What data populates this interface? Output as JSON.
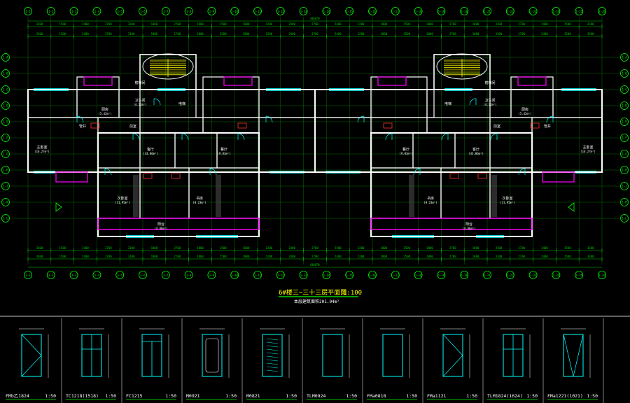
{
  "drawing": {
    "title": "6#楼三~三十三层平面图",
    "scale": "1:100",
    "area_note": "本层建筑面积201.04m²",
    "colors": {
      "background": "#000000",
      "grid": "#00ff00",
      "walls": "#ffffff",
      "windows": "#00ffff",
      "doors": "#ff00ff",
      "text": "#ffff00",
      "red": "#ff3030",
      "dims": "#00cc00"
    }
  },
  "grid_axes": {
    "top_labels": [
      "1-1",
      "1-2",
      "1-3",
      "1-4",
      "1-5",
      "1-6",
      "1-7",
      "1-8",
      "1-9",
      "1-10",
      "1-11",
      "1-12",
      "1-13",
      "1-14",
      "1-15",
      "1-16",
      "1-17",
      "1-18",
      "1-19",
      "1-20",
      "1-21",
      "1-22",
      "1-23",
      "1-24",
      "1-25",
      "1-26"
    ],
    "bottom_labels": [
      "1-1",
      "1-2",
      "1-3",
      "1-4",
      "1-5",
      "1-6",
      "1-7",
      "1-8",
      "1-9",
      "1-10",
      "1-11",
      "1-12",
      "1-13",
      "1-14",
      "1-15",
      "1-16",
      "1-17",
      "1-18",
      "1-19",
      "1-20",
      "1-21",
      "1-22",
      "1-23",
      "1-24",
      "1-25",
      "1-26"
    ],
    "left_labels": [
      "1-A",
      "1-B",
      "1-C",
      "1-D",
      "1-E",
      "1-F",
      "1-G",
      "1-H",
      "1-J",
      "1-K",
      "1-L"
    ],
    "right_labels": [
      "1-A",
      "1-B",
      "1-C",
      "1-D",
      "1-E",
      "1-F",
      "1-G",
      "1-H",
      "1-J",
      "1-K",
      "1-L"
    ]
  },
  "overall_dims": {
    "top_total": "60470",
    "bottom_total": "60470",
    "top_segments": [
      "3300",
      "1500",
      "2400",
      "2700",
      "3100",
      "1800",
      "2700",
      "1800",
      "2500",
      "1800",
      "1200",
      "2400",
      "2700",
      "2400",
      "1200",
      "1800",
      "2500",
      "1800",
      "2700",
      "1800",
      "3100",
      "2700",
      "2400",
      "1500",
      "3300"
    ],
    "bottom_segments": [
      "3300",
      "1500",
      "2400",
      "2700",
      "3100",
      "1800",
      "2700",
      "1800",
      "2500",
      "1800",
      "1200",
      "2400",
      "2700",
      "2400",
      "1200",
      "1800",
      "2500",
      "1800",
      "2700",
      "1800",
      "3100",
      "2700",
      "2400",
      "1500",
      "3300"
    ]
  },
  "rooms": [
    {
      "label": "主卧室",
      "area": "(16.27m²)"
    },
    {
      "label": "客厅",
      "area": "(33.06m²)"
    },
    {
      "label": "餐厅",
      "area": "(9.83m²)"
    },
    {
      "label": "厨房",
      "area": "(5.42m²)"
    },
    {
      "label": "卫生间",
      "area": "(4.12m²)"
    },
    {
      "label": "次卧室",
      "area": "(11.95m²)"
    },
    {
      "label": "书房",
      "area": "(8.23m²)"
    },
    {
      "label": "阳台",
      "area": "(4.86m²)"
    },
    {
      "label": "前室",
      "area": ""
    },
    {
      "label": "电梯",
      "area": ""
    },
    {
      "label": "楼梯间",
      "area": ""
    },
    {
      "label": "管井",
      "area": ""
    }
  ],
  "door_window_details": [
    {
      "name": "FMb乙1824",
      "scale": "1:50",
      "type": "door-double-dia"
    },
    {
      "name": "TC1218(1518)",
      "scale": "1:50",
      "type": "window-grid"
    },
    {
      "name": "FC1215",
      "scale": "1:50",
      "type": "window-split"
    },
    {
      "name": "M0921",
      "scale": "1:50",
      "type": "door-single"
    },
    {
      "name": "M0821",
      "scale": "1:50",
      "type": "door-louver"
    },
    {
      "name": "TLM0924",
      "scale": "1:50",
      "type": "door-plain"
    },
    {
      "name": "FMa0818",
      "scale": "1:50",
      "type": "door-plain-narrow"
    },
    {
      "name": "FMa1121",
      "scale": "1:50",
      "type": "door-dia"
    },
    {
      "name": "TLM1824(1624)",
      "scale": "1:50",
      "type": "door-sliding"
    },
    {
      "name": "FMa1221(1021)",
      "scale": "1:50",
      "type": "door-double"
    }
  ]
}
